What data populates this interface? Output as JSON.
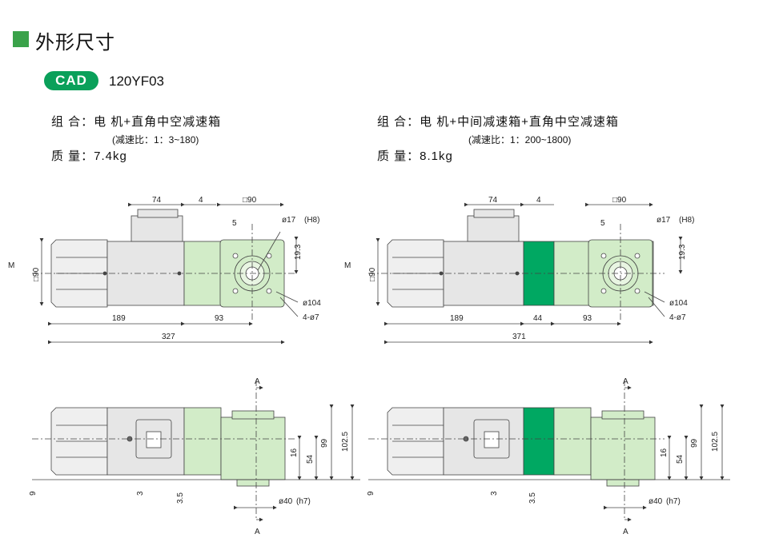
{
  "header": {
    "title": "外形尺寸"
  },
  "model": {
    "badge": "CAD",
    "code": "120YF03"
  },
  "left_spec": {
    "combo": "组 合：电 机+直角中空减速箱",
    "ratio": "(减速比：1：3~180)",
    "mass": "质 量：7.4kg"
  },
  "right_spec": {
    "combo": "组 合：电 机+中间减速箱+直角中空减速箱",
    "ratio": "(减速比：1：200~1800)",
    "mass": "质 量：8.1kg"
  },
  "dims": {
    "d74": "74",
    "d4": "4",
    "sq90": "□90",
    "key": "5",
    "hole": "ø17",
    "hole_tol": "(H8)",
    "h193": "19.3",
    "d104": "ø104",
    "holes4": "4-ø7",
    "m": "M",
    "side90": "□90",
    "d189": "189",
    "d93": "93",
    "d44": "44",
    "d327": "327",
    "d371": "371",
    "sec": "A",
    "d16": "16",
    "d54": "54",
    "d99": "99",
    "d1025": "102.5",
    "d9": "9",
    "d3": "3",
    "d35": "3.5",
    "shaft": "ø40",
    "shaft_tol": "(h7)"
  },
  "colors": {
    "green_body": "#d2ecc8",
    "mid_box": "#00a862",
    "motor": "#e6e6e6",
    "accent": "#3aa24a"
  }
}
